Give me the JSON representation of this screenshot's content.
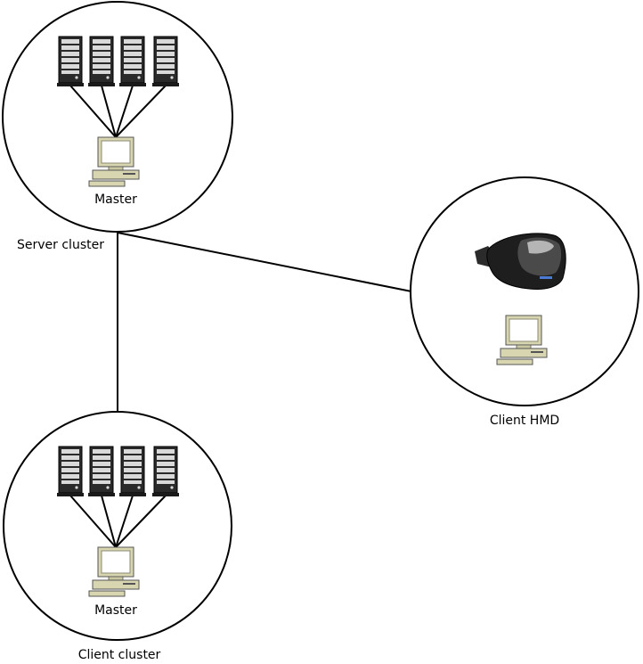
{
  "diagram": {
    "nodes": {
      "server_cluster": {
        "caption": "Server cluster",
        "master_label": "Master"
      },
      "client_hmd": {
        "caption": "Client HMD"
      },
      "client_cluster": {
        "caption": "Client cluster",
        "master_label": "Master"
      }
    },
    "edges": [
      {
        "from": "server_cluster",
        "to": "client_hmd"
      },
      {
        "from": "server_cluster",
        "to": "client_cluster"
      }
    ],
    "cluster_servers_per_node": 4,
    "icons": [
      "server-rack-icon",
      "desktop-computer-icon",
      "vr-headset-icon"
    ],
    "colors": {
      "line": "#000000",
      "server_body": "#2a2a2a",
      "monitor_frame": "#d8d6b0",
      "monitor_screen": "#ffffff",
      "headset_body": "#1e1e1e"
    }
  }
}
